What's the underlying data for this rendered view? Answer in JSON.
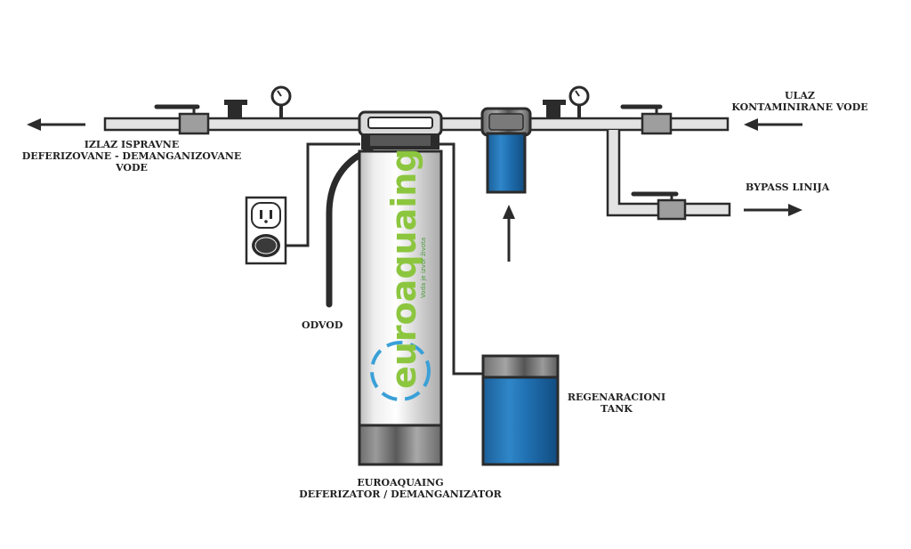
{
  "labels": {
    "outlet": [
      "IZLAZ ISPRAVNE",
      "DEFERIZOVANE - DEMANGANIZOVANE",
      "VODE"
    ],
    "inlet": [
      "ULAZ",
      "KONTAMINIRANE VODE"
    ],
    "bypass": "BYPASS LINIJA",
    "drain": "ODVOD",
    "tank": [
      "REGENARACIONI",
      "TANK"
    ],
    "unit": [
      "EUROAQUAING",
      "DEFERIZATOR / DEMANGANIZATOR"
    ]
  },
  "brand": {
    "name": "euroaquaing",
    "tagline": "Voda je izvor života"
  },
  "colors": {
    "outline": "#2b2b2b",
    "pipe": "#e3e3e3",
    "brand_green": "#8cc63f",
    "filter_blue": "#1f6fb0",
    "filter_blue_dark": "#12578f",
    "ring_blue": "#3aa0d8"
  }
}
